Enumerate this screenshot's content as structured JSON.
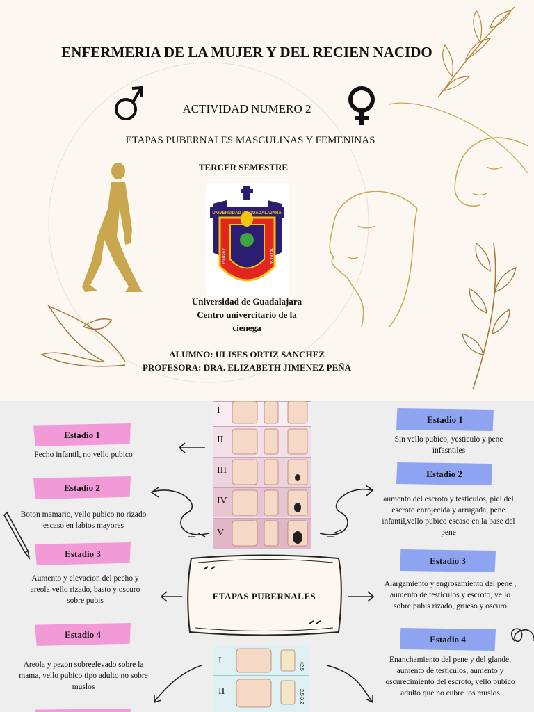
{
  "header": {
    "title": "ENFERMERIA DE LA MUJER Y DEL RECIEN NACIDO",
    "activity": "ACTIVIDAD NUMERO 2",
    "topic": "ETAPAS PUBERNALES MASCULINAS Y FEMENINAS",
    "semester": "TERCER SEMESTRE",
    "university": "Universidad de Guadalajara",
    "center_line1": "Centro univercitario de la",
    "center_line2": "cienega",
    "student": "ALUMNO: ULISES ORTIZ SANCHEZ",
    "teacher": "PROFESORA: DRA. ELIZABETH JIMENEZ PEÑA",
    "crest_text": "UNIVERSIDAD DE GUADALAJARA",
    "crest_motto_left": "PIENSA Y",
    "crest_motto_right": "TRABAJA"
  },
  "diagram": {
    "center_label": "ETAPAS PUBERNALES",
    "female_stages": [
      {
        "label": "Estadio 1",
        "desc": "Pecho infantil, no vello pubico"
      },
      {
        "label": "Estadio 2",
        "desc": "Boton mamario, vello pubico no rizado escaso en labios mayores"
      },
      {
        "label": "Estadio 3",
        "desc": "Aumento y elevacion del pecho y areola vello rizado, basto y oscuro sobre pubis"
      },
      {
        "label": "Estadio 4",
        "desc": "Areola y pezon sobreelevado sobre la mama, vello pubico tipo adulto no sobre muslos"
      }
    ],
    "male_stages": [
      {
        "label": "Estadio 1",
        "desc": "Sin vello pubico, yesticulo y pene infasntiles"
      },
      {
        "label": "Estadio 2",
        "desc": "aumento del escroto y testiculos, piel del escroto enrojecida y arrugada, pene infantil,vello pubico escaso en la base del pene"
      },
      {
        "label": "Estadio 3",
        "desc": "Alargamiento y engrosamiento del pene , aumento de testiculos y escroto, vello sobre pubis rizado, grueso y oscuro"
      },
      {
        "label": "Estadio 4",
        "desc": "Enanchamiento del pene y del glande, aumento de testiculos, aumento y oscurecimiento del escroto, vello pubico adulto que no cubre los muslos"
      }
    ],
    "female_strip_numerals": [
      "I",
      "II",
      "III",
      "IV",
      "V"
    ],
    "male_strip_numerals": [
      "I",
      "II"
    ],
    "male_strip_values": [
      "<2.5",
      "2.5-3.2"
    ]
  },
  "colors": {
    "pink": "#f29ad8",
    "blue": "#8fa4f0",
    "gold": "#c9a74f"
  }
}
